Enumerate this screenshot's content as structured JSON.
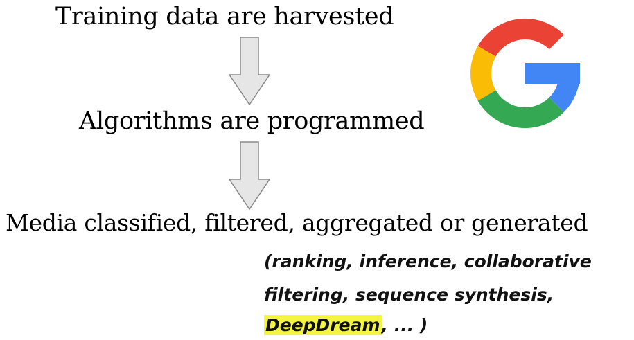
{
  "steps": [
    "Training data are harvested",
    "Algorithms are programmed",
    "Media classified, filtered, aggregated or generated"
  ],
  "note": {
    "line1": "(ranking, inference, collaborative",
    "line2": "filtering, sequence synthesis,",
    "highlight": "DeepDream",
    "line3_rest": ", ... )"
  },
  "colors": {
    "arrow_fill": "#e6e6e6",
    "arrow_stroke": "#8a8a8a",
    "highlight": "#f3f542",
    "logo_red": "#EA4335",
    "logo_yellow": "#FBBC05",
    "logo_green": "#34A853",
    "logo_blue": "#4285F4"
  },
  "icons": {
    "logo": "google-g-logo",
    "arrow": "down-arrow"
  }
}
